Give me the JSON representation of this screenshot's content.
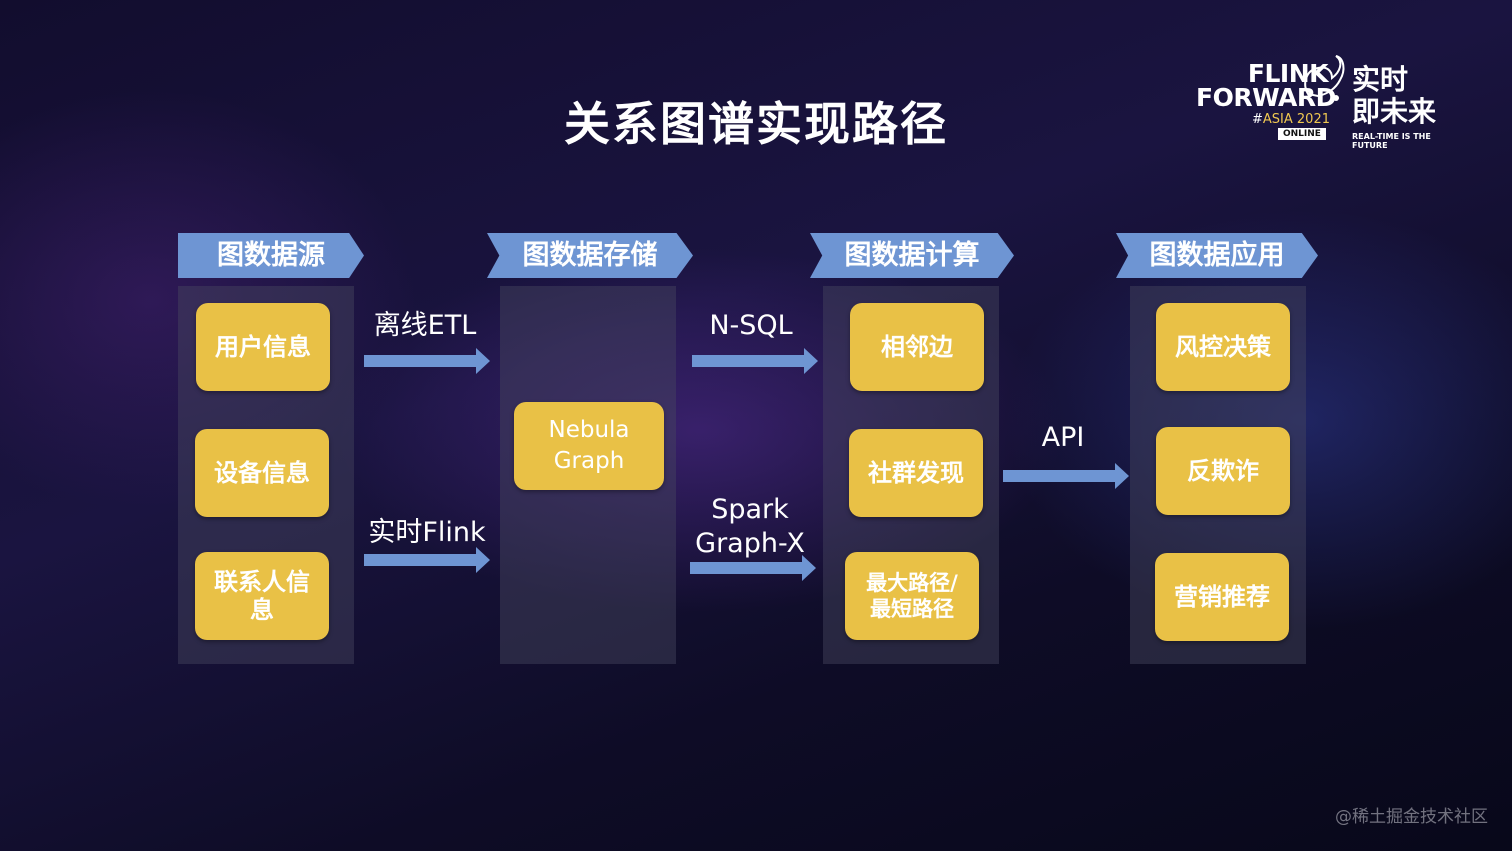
{
  "title": "关系图谱实现路径",
  "logo": {
    "flink_line1": "FLINK",
    "flink_line2": "FORWARD",
    "asia_hash": "#",
    "asia_text": "ASIA 2021",
    "online": "ONLINE",
    "cn_line1": "实时",
    "cn_line2": "即未来",
    "tagline": "REAL-TIME IS THE FUTURE"
  },
  "columns": [
    {
      "header": "图数据源",
      "cards": [
        "用户信息",
        "设备信息",
        "联系人信息"
      ]
    },
    {
      "header": "图数据存储",
      "cards": [
        "Nebula Graph"
      ]
    },
    {
      "header": "图数据计算",
      "cards": [
        "相邻边",
        "社群发现",
        "最大路径/最短路径"
      ]
    },
    {
      "header": "图数据应用",
      "cards": [
        "风控决策",
        "反欺诈",
        "营销推荐"
      ]
    }
  ],
  "arrows": {
    "offline_etl": "离线ETL",
    "realtime_flink": "实时Flink",
    "nsql": "N-SQL",
    "spark_graphx": "Spark Graph-X",
    "api": "API"
  },
  "colors": {
    "header_blue": "#6e95d3",
    "card_yellow": "#e9c146",
    "arrow_blue": "#6e95d3"
  },
  "watermark": "@稀土掘金技术社区"
}
